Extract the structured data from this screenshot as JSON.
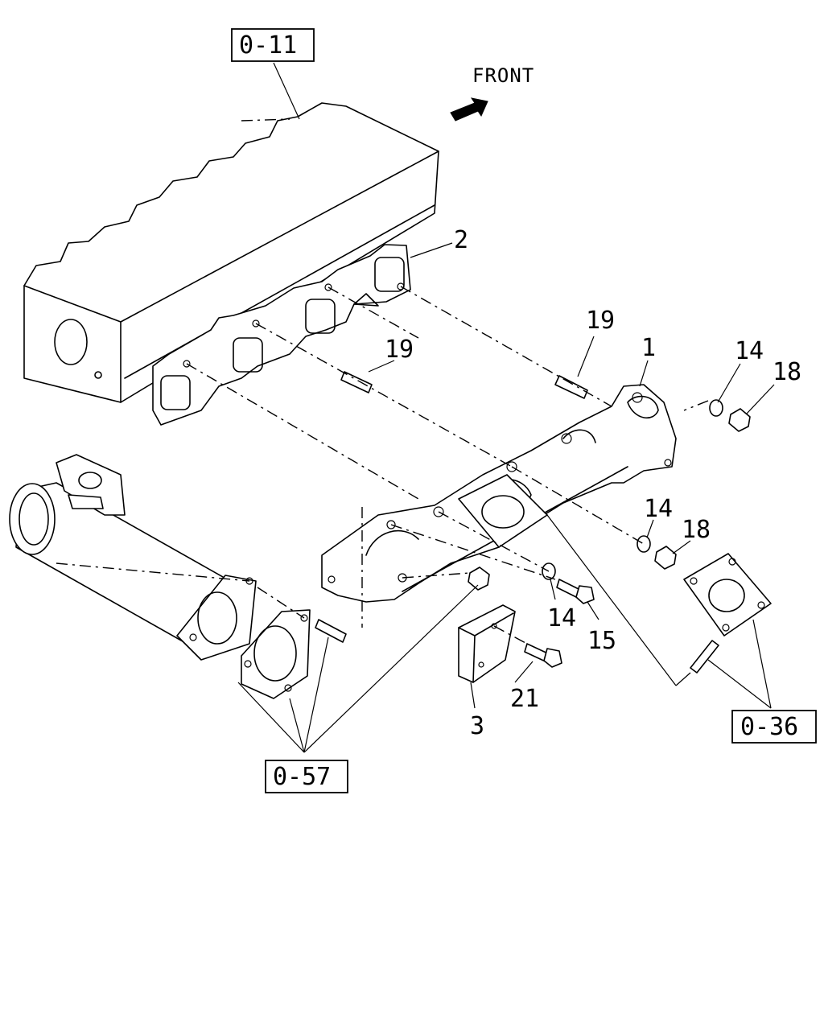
{
  "direction": {
    "label": "FRONT"
  },
  "references": {
    "ref_top": "0-11",
    "ref_bottom_left": "0-57",
    "ref_bottom_right": "0-36"
  },
  "callouts": {
    "c1": "1",
    "c2": "2",
    "c3": "3",
    "c14a": "14",
    "c14b": "14",
    "c14c": "14",
    "c15": "15",
    "c18a": "18",
    "c18b": "18",
    "c19a": "19",
    "c19b": "19",
    "c21": "21"
  }
}
